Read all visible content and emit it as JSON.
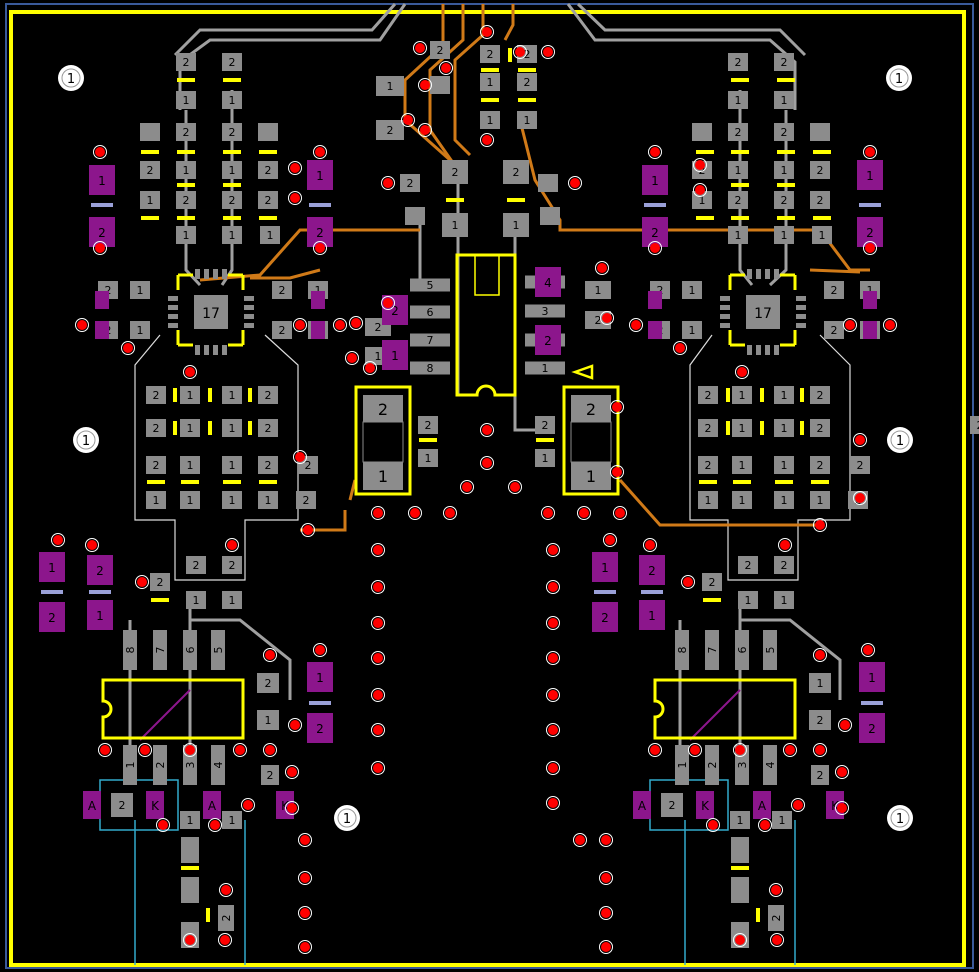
{
  "colors": {
    "background": "#000000",
    "outline": "#ffff00",
    "pad": "#8c8c8c",
    "pad_text": "#000000",
    "trace_bottom": "#a0a0a0",
    "trace_top": "#d07a18",
    "via": "#ff0000",
    "via_ring": "#ffffff",
    "smd_purple": "#8c168c",
    "silk_dash": "#ffff00",
    "silk_blue": "#9aa0d8",
    "cyan": "#33aacc",
    "mount_hole": "#ffffff",
    "keepout": "#3a5a9a"
  },
  "labels": {
    "pin1": "1",
    "pin2": "2",
    "pin3": "3",
    "pin4": "4",
    "pin5": "5",
    "pin6": "6",
    "pin7": "7",
    "pin8": "8",
    "qfn_pad": "17",
    "anode": "A",
    "cathode": "K",
    "hole": "1"
  }
}
